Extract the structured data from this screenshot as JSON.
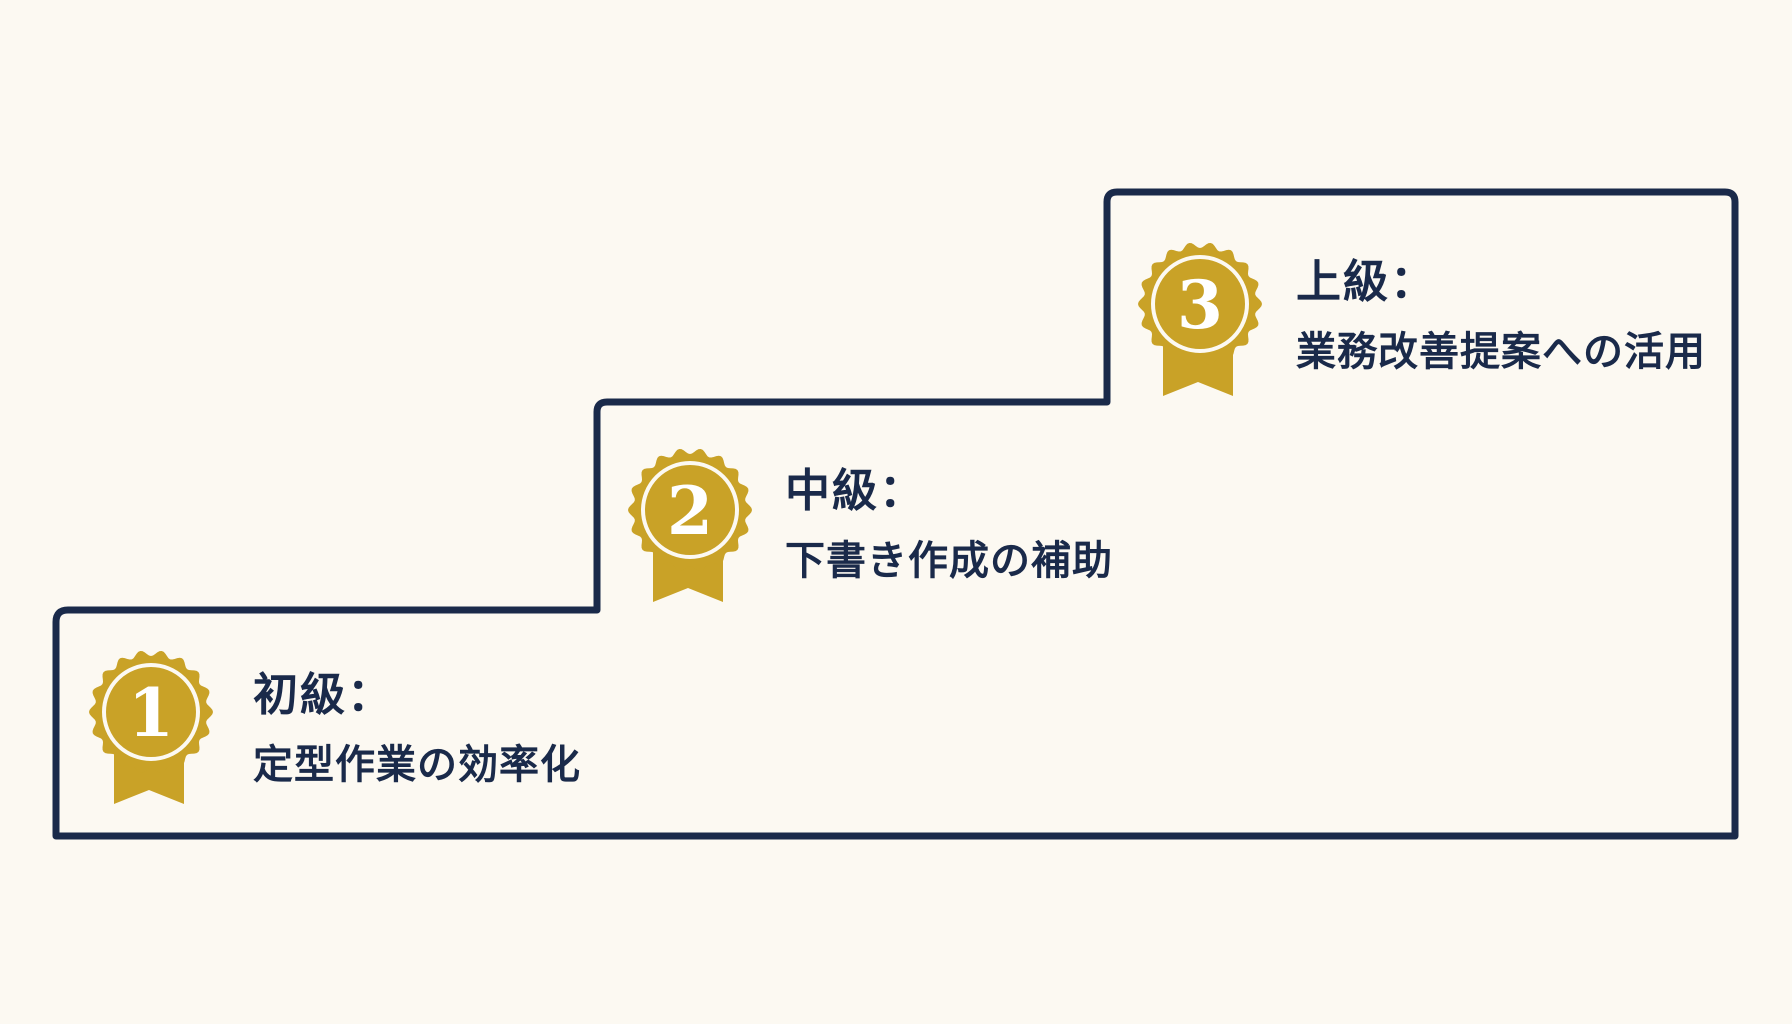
{
  "colors": {
    "background": "#fcf9f2",
    "outline": "#1a2a4a",
    "text": "#1a2a4a",
    "medal_gold": "#c9a227",
    "medal_inner_ring": "#fcf9f2",
    "medal_number": "#ffffff"
  },
  "steps": [
    {
      "number": "1",
      "title": "初級：",
      "description": "定型作業の効率化",
      "icon": "ribbon-medal-icon"
    },
    {
      "number": "2",
      "title": "中級：",
      "description": "下書き作成の補助",
      "icon": "ribbon-medal-icon"
    },
    {
      "number": "3",
      "title": "上級：",
      "description": "業務改善提案への活用",
      "icon": "ribbon-medal-icon"
    }
  ]
}
